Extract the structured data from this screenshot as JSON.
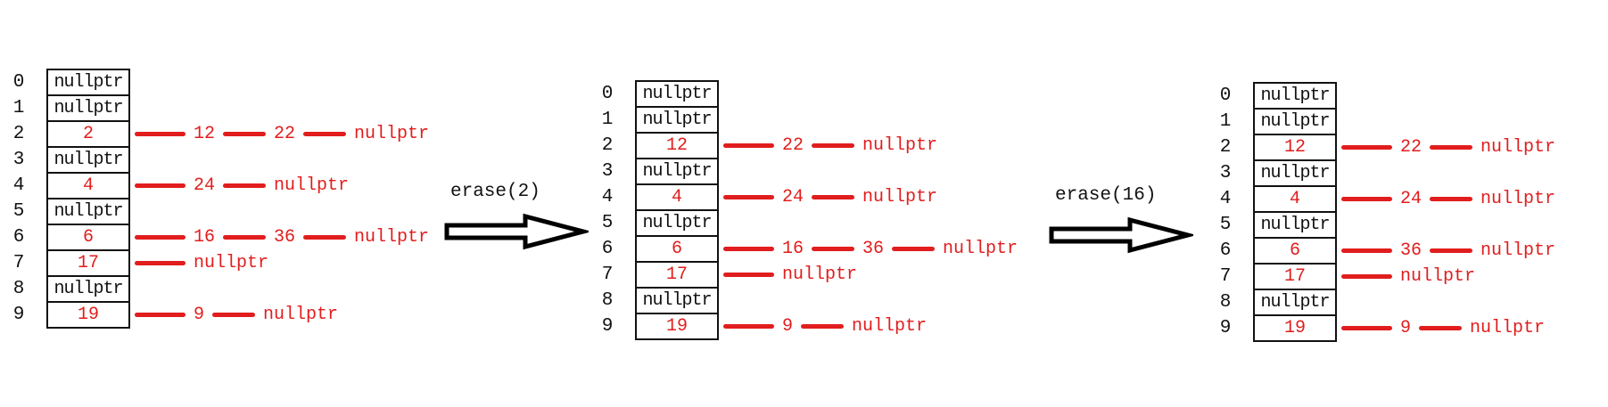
{
  "colors": {
    "chain_red": "#e11d1d",
    "text_black": "#111111",
    "background": "#ffffff"
  },
  "null_text": "nullptr",
  "states": [
    {
      "name": "initial",
      "buckets": [
        {
          "index": "0",
          "head": "nullptr",
          "chain": []
        },
        {
          "index": "1",
          "head": "nullptr",
          "chain": []
        },
        {
          "index": "2",
          "head": "2",
          "chain": [
            "12",
            "22",
            "nullptr"
          ]
        },
        {
          "index": "3",
          "head": "nullptr",
          "chain": []
        },
        {
          "index": "4",
          "head": "4",
          "chain": [
            "24",
            "nullptr"
          ]
        },
        {
          "index": "5",
          "head": "nullptr",
          "chain": []
        },
        {
          "index": "6",
          "head": "6",
          "chain": [
            "16",
            "36",
            "nullptr"
          ]
        },
        {
          "index": "7",
          "head": "17",
          "chain": [
            "nullptr"
          ]
        },
        {
          "index": "8",
          "head": "nullptr",
          "chain": []
        },
        {
          "index": "9",
          "head": "19",
          "chain": [
            "9",
            "nullptr"
          ]
        }
      ]
    },
    {
      "name": "after-erase-2",
      "buckets": [
        {
          "index": "0",
          "head": "nullptr",
          "chain": []
        },
        {
          "index": "1",
          "head": "nullptr",
          "chain": []
        },
        {
          "index": "2",
          "head": "12",
          "chain": [
            "22",
            "nullptr"
          ]
        },
        {
          "index": "3",
          "head": "nullptr",
          "chain": []
        },
        {
          "index": "4",
          "head": "4",
          "chain": [
            "24",
            "nullptr"
          ]
        },
        {
          "index": "5",
          "head": "nullptr",
          "chain": []
        },
        {
          "index": "6",
          "head": "6",
          "chain": [
            "16",
            "36",
            "nullptr"
          ]
        },
        {
          "index": "7",
          "head": "17",
          "chain": [
            "nullptr"
          ]
        },
        {
          "index": "8",
          "head": "nullptr",
          "chain": []
        },
        {
          "index": "9",
          "head": "19",
          "chain": [
            "9",
            "nullptr"
          ]
        }
      ]
    },
    {
      "name": "after-erase-16",
      "buckets": [
        {
          "index": "0",
          "head": "nullptr",
          "chain": []
        },
        {
          "index": "1",
          "head": "nullptr",
          "chain": []
        },
        {
          "index": "2",
          "head": "12",
          "chain": [
            "22",
            "nullptr"
          ]
        },
        {
          "index": "3",
          "head": "nullptr",
          "chain": []
        },
        {
          "index": "4",
          "head": "4",
          "chain": [
            "24",
            "nullptr"
          ]
        },
        {
          "index": "5",
          "head": "nullptr",
          "chain": []
        },
        {
          "index": "6",
          "head": "6",
          "chain": [
            "36",
            "nullptr"
          ]
        },
        {
          "index": "7",
          "head": "17",
          "chain": [
            "nullptr"
          ]
        },
        {
          "index": "8",
          "head": "nullptr",
          "chain": []
        },
        {
          "index": "9",
          "head": "19",
          "chain": [
            "9",
            "nullptr"
          ]
        }
      ]
    }
  ],
  "transitions": [
    {
      "label": "erase(2)"
    },
    {
      "label": "erase(16)"
    }
  ]
}
